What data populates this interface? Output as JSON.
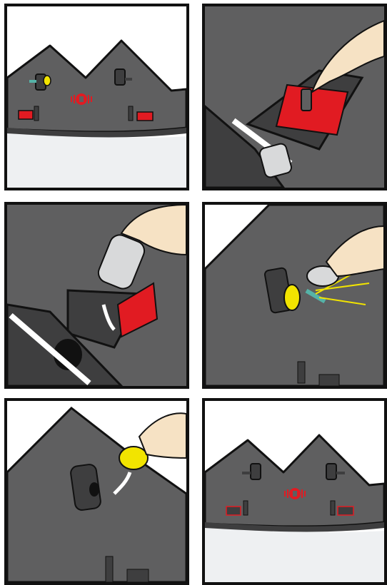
{
  "panels": [
    {
      "id": "step-1",
      "content": "overview-before"
    },
    {
      "id": "step-2",
      "content": "remove-red-cover"
    },
    {
      "id": "step-3",
      "content": "remove-battery"
    },
    {
      "id": "step-4",
      "content": "remove-bulb"
    },
    {
      "id": "step-5",
      "content": "insert-yellow-bulb"
    },
    {
      "id": "step-6",
      "content": "overview-after"
    }
  ],
  "colors": {
    "device_gray": "#5f5f60",
    "device_dark": "#3e3e3f",
    "outline": "#111111",
    "cover_red": "#e11b22",
    "bulb_yellow": "#f2e400",
    "teal": "#55b3a8",
    "skin": "#f6e2c4",
    "battery_gray": "#d8d9da",
    "floor": "#f0f1f3"
  },
  "icons": [
    "hand-icon",
    "arrow-icon",
    "red-logo-icon",
    "bulb-icon",
    "battery-icon"
  ]
}
